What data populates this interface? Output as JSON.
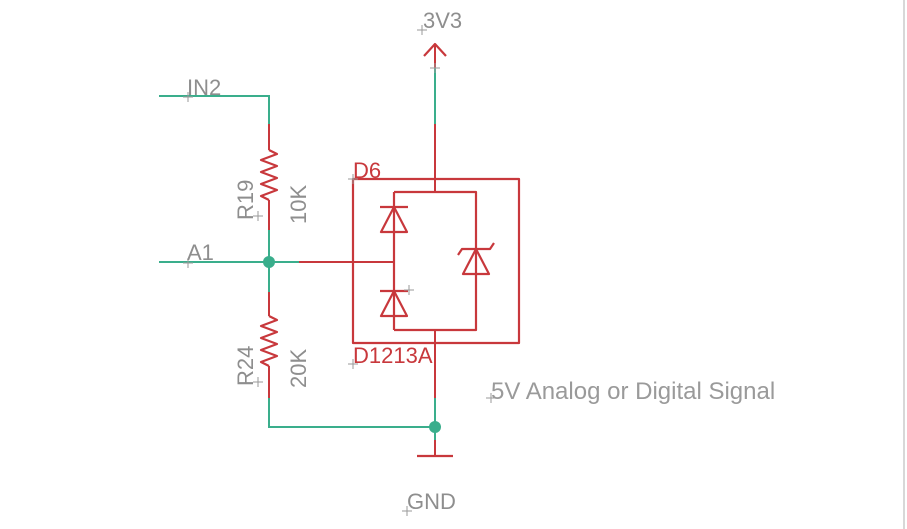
{
  "nets": {
    "in2": "IN2",
    "a1": "A1",
    "supply": "3V3",
    "ground": "GND"
  },
  "components": {
    "r19": {
      "name": "R19",
      "value": "10K"
    },
    "r24": {
      "name": "R24",
      "value": "20K"
    },
    "d6": {
      "name": "D6",
      "value": "D1213A"
    }
  },
  "note": "5V Analog or Digital Signal",
  "colors": {
    "wire": "#3aae8c",
    "part": "#c8383c",
    "label": "#8e8e8e",
    "background": "#ffffff"
  }
}
